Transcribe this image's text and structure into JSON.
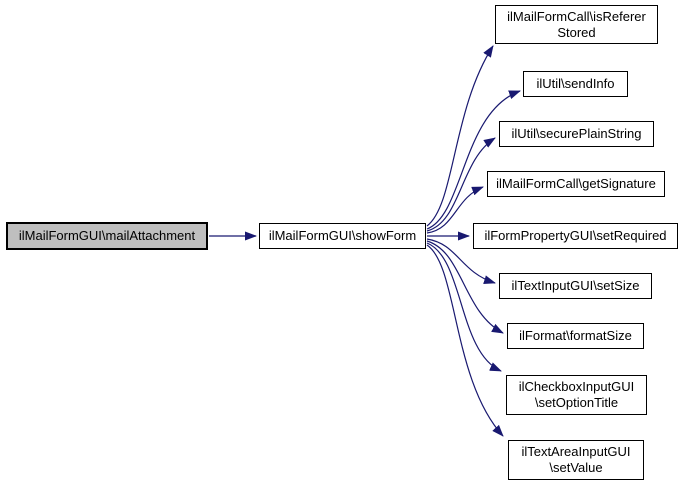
{
  "graph": {
    "type": "call-graph",
    "edge_color": "#191970",
    "node_border_color": "#000000",
    "current_node_fill": "#bfbfbf",
    "node_fill": "#ffffff",
    "caller": {
      "label": "ilMailFormGUI\\mailAttachment"
    },
    "center": {
      "label": "ilMailFormGUI\\showForm"
    },
    "callees": [
      {
        "lines": [
          "ilMailFormCall\\isReferer",
          "Stored"
        ]
      },
      {
        "lines": [
          "ilUtil\\sendInfo"
        ]
      },
      {
        "lines": [
          "ilUtil\\securePlainString"
        ]
      },
      {
        "lines": [
          "ilMailFormCall\\getSignature"
        ]
      },
      {
        "lines": [
          "ilFormPropertyGUI\\setRequired"
        ]
      },
      {
        "lines": [
          "ilTextInputGUI\\setSize"
        ]
      },
      {
        "lines": [
          "ilFormat\\formatSize"
        ]
      },
      {
        "lines": [
          "ilCheckboxInputGUI",
          "\\setOptionTitle"
        ]
      },
      {
        "lines": [
          "ilTextAreaInputGUI",
          "\\setValue"
        ]
      }
    ],
    "edges": [
      {
        "from": "ilMailFormGUI\\mailAttachment",
        "to": "ilMailFormGUI\\showForm"
      },
      {
        "from": "ilMailFormGUI\\showForm",
        "to": "ilMailFormCall\\isRefererStored"
      },
      {
        "from": "ilMailFormGUI\\showForm",
        "to": "ilUtil\\sendInfo"
      },
      {
        "from": "ilMailFormGUI\\showForm",
        "to": "ilUtil\\securePlainString"
      },
      {
        "from": "ilMailFormGUI\\showForm",
        "to": "ilMailFormCall\\getSignature"
      },
      {
        "from": "ilMailFormGUI\\showForm",
        "to": "ilFormPropertyGUI\\setRequired"
      },
      {
        "from": "ilMailFormGUI\\showForm",
        "to": "ilTextInputGUI\\setSize"
      },
      {
        "from": "ilMailFormGUI\\showForm",
        "to": "ilFormat\\formatSize"
      },
      {
        "from": "ilMailFormGUI\\showForm",
        "to": "ilCheckboxInputGUI\\setOptionTitle"
      },
      {
        "from": "ilMailFormGUI\\showForm",
        "to": "ilTextAreaInputGUI\\setValue"
      }
    ]
  }
}
